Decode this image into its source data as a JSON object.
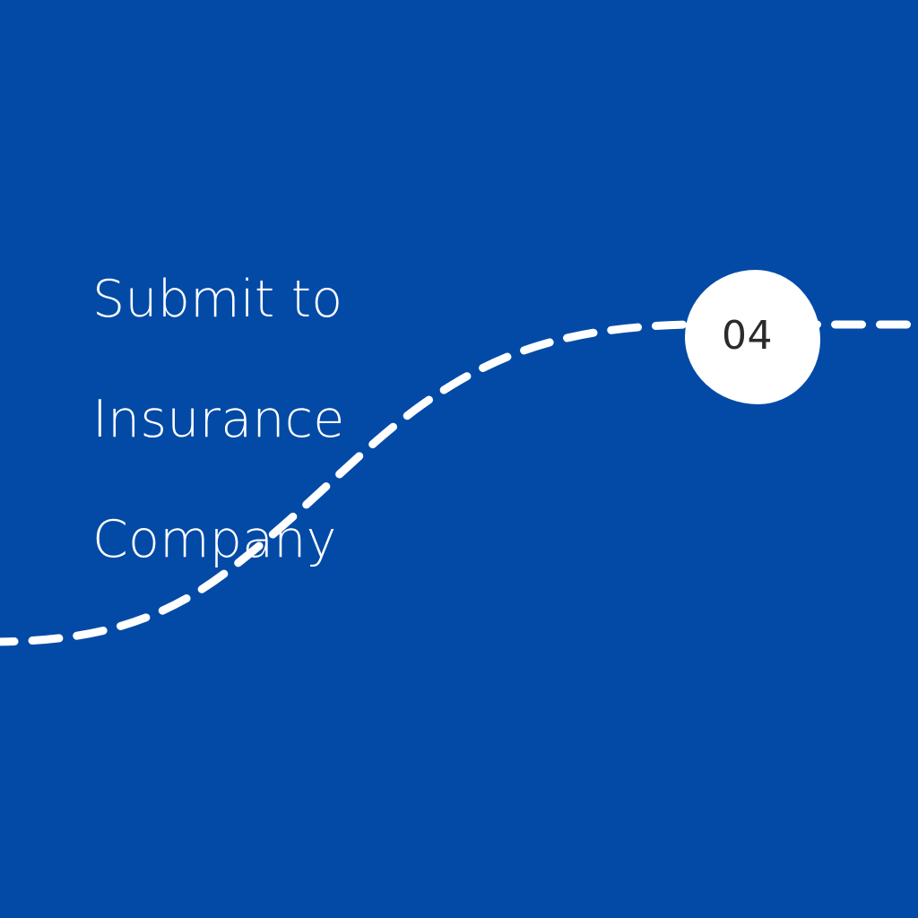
{
  "slide": {
    "background_color": "#034aa6",
    "accent_color": "#ffffff",
    "number_color": "#2b2b2b"
  },
  "headline": {
    "line1": "Submit to",
    "line2": "Insurance",
    "line3": "Company",
    "full_text": "Submit to Insurance Company"
  },
  "step_badge": {
    "number": "04"
  },
  "connector": {
    "style": "dashed-curve",
    "dash_length": 30,
    "dash_gap": 20,
    "stroke_width": 9,
    "stroke_color": "#ffffff"
  }
}
